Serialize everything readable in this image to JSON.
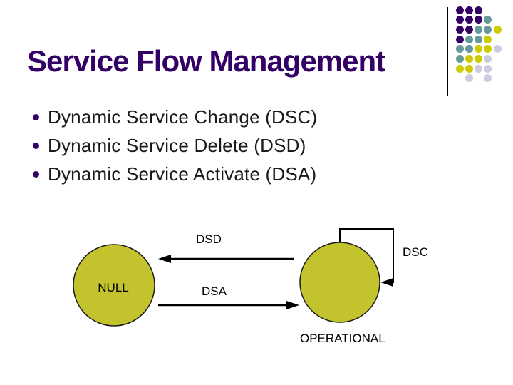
{
  "slide": {
    "title": "Service Flow Management",
    "bullets": [
      "Dynamic Service Change (DSC)",
      "Dynamic Service Delete (DSD)",
      "Dynamic Service Activate (DSA)"
    ]
  },
  "diagram": {
    "type": "state-diagram",
    "states": [
      "NULL",
      "OPERATIONAL"
    ],
    "state_null_label": "NULL",
    "state_operational_label": "OPERATIONAL",
    "transition_dsd_label": "DSD",
    "transition_dsa_label": "DSA",
    "transition_dsc_label": "DSC",
    "transitions": [
      {
        "from": "OPERATIONAL",
        "to": "NULL",
        "label": "DSD"
      },
      {
        "from": "NULL",
        "to": "OPERATIONAL",
        "label": "DSA"
      },
      {
        "from": "OPERATIONAL",
        "to": "OPERATIONAL",
        "label": "DSC"
      }
    ],
    "node_fill": "#C3C32D",
    "node_stroke": "#1a1a1a",
    "arrow_color": "#000000"
  },
  "colors": {
    "background": "#ffffff",
    "title_text": "#330066",
    "body_text": "#1a1a1a",
    "bullet_marker": "#330066"
  },
  "decoration": {
    "line_color": "#000000",
    "palette": {
      "P": "#330066",
      "T": "#669999",
      "Y": "#CCCC00",
      "L": "#CCCCE0"
    },
    "rows": [
      "PPP",
      "PPPT",
      "PPTTY",
      "PTTY",
      "TTYYL",
      "TYYL",
      "YYLL",
      ".L.L"
    ]
  }
}
